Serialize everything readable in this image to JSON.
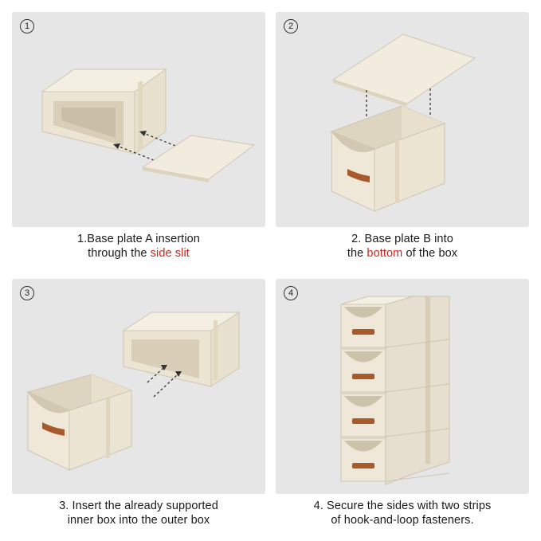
{
  "steps": [
    {
      "number": "1",
      "caption_line1": "1.Base plate A insertion",
      "caption_line2_pre": "through the ",
      "caption_line2_highlight": "side slit",
      "caption_line2_post": ""
    },
    {
      "number": "2",
      "caption_line1": "2. Base plate B into",
      "caption_line2_pre": "the ",
      "caption_line2_highlight": "bottom",
      "caption_line2_post": " of the box"
    },
    {
      "number": "3",
      "caption_line1": "3. Insert the already supported",
      "caption_line2_pre": "inner box into the outer box",
      "caption_line2_highlight": "",
      "caption_line2_post": ""
    },
    {
      "number": "4",
      "caption_line1": "4. Secure the sides with two strips",
      "caption_line2_pre": "of hook-and-loop fasteners.",
      "caption_line2_highlight": "",
      "caption_line2_post": ""
    }
  ],
  "colors": {
    "panel_bg": "#e6e6e6",
    "fabric": "#efe8d8",
    "fabric_shade": "#ddd4c0",
    "handle": "#a85a2c",
    "highlight_text": "#c8281e"
  }
}
